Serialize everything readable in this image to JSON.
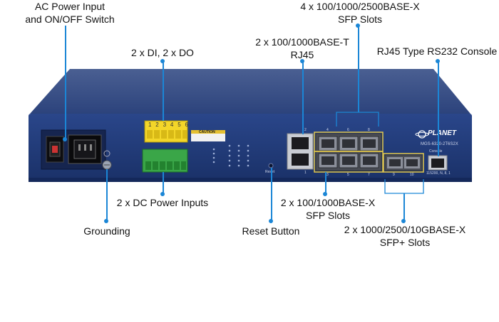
{
  "callouts": {
    "ac_power": [
      "AC Power Input",
      "and ON/OFF Switch"
    ],
    "di_do": "2 x DI, 2 x DO",
    "rj45": [
      "2 x 100/1000BASE-T",
      "RJ45"
    ],
    "sfp_2500": [
      "4 x 100/1000/2500BASE-X",
      "SFP Slots"
    ],
    "console": "RJ45 Type RS232 Console",
    "dc_power": "2 x DC Power Inputs",
    "grounding": "Grounding",
    "reset": "Reset Button",
    "sfp_1000": [
      "2 x 100/1000BASE-X",
      "SFP Slots"
    ],
    "sfp_10g": [
      "2 x 1000/2500/10GBASE-X",
      "SFP+ Slots"
    ]
  },
  "device": {
    "brand": "PLANET",
    "model": "MGS-6320-2T6S2X",
    "console_label": "Console",
    "caution": "CAUTION",
    "reset_label": "Reset",
    "rj45_ports": [
      "1",
      "2"
    ],
    "sfp_top_ports": [
      "4",
      "6",
      "8"
    ],
    "sfp_bottom_ports": [
      "3",
      "5",
      "7"
    ],
    "sfp_plus_ports": [
      "9",
      "10"
    ],
    "terminal_numbers": [
      "1",
      "2",
      "3",
      "4",
      "5",
      "6"
    ],
    "baud": "115200, N, 8, 1"
  },
  "colors": {
    "accent": "#1b86d6",
    "chassis": "#203a79",
    "highlight": "#e3c84a",
    "terminal_yellow": "#f3d629",
    "terminal_green": "#3aa648"
  }
}
